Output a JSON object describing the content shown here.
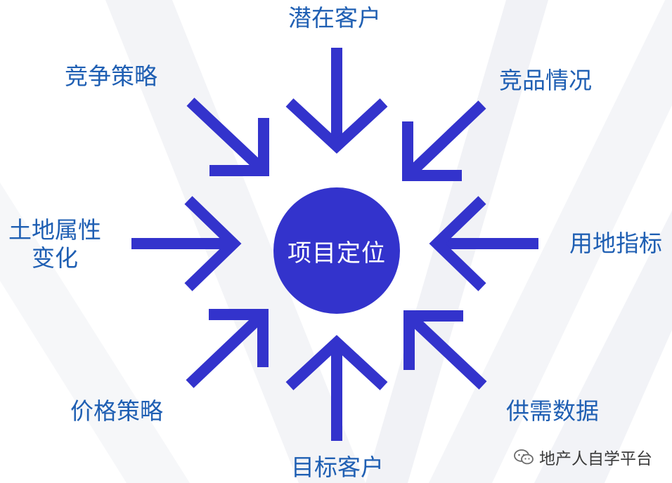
{
  "center": {
    "label": "项目定位"
  },
  "factors": {
    "top": "潜在客户",
    "top_left": "竞争策略",
    "top_right": "竞品情况",
    "left_line1": "土地属性",
    "left_line2": "变化",
    "right": "用地指标",
    "bottom_left": "价格策略",
    "bottom_right": "供需数据",
    "bottom": "目标客户"
  },
  "watermark": {
    "text": "地产人自学平台",
    "icon": "wechat-icon"
  },
  "colors": {
    "arrow": "#3333cc",
    "center": "#3333cc",
    "label": "#1f5fb3",
    "stripe": "#f1f2f6"
  }
}
